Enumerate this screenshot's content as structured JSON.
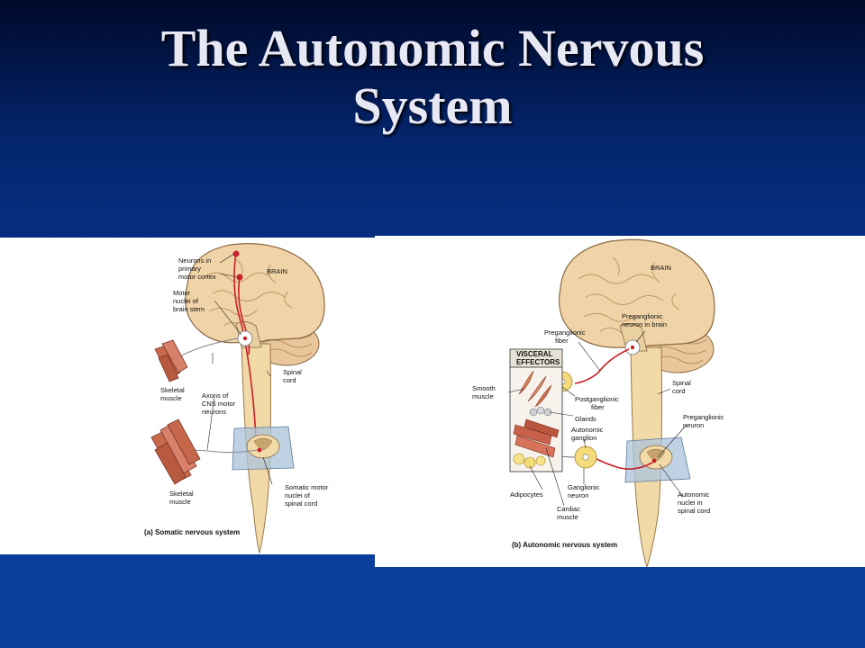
{
  "slide": {
    "title_line1": "The Autonomic Nervous",
    "title_line2": "System"
  },
  "panel_a": {
    "brain_label": "BRAIN",
    "neurons_cortex": [
      "Neurons in",
      "primary",
      "motor cortex"
    ],
    "motor_nuclei": [
      "Motor",
      "nuclei of",
      "brain stem"
    ],
    "spinal_cord": [
      "Spinal",
      "cord"
    ],
    "skeletal_muscle_top": [
      "Skeletal",
      "muscle"
    ],
    "axons": [
      "Axons of",
      "CNS motor",
      "neurons"
    ],
    "skeletal_muscle_bottom": [
      "Skeletal",
      "muscle"
    ],
    "somatic_nuclei": [
      "Somatic motor",
      "nuclei of",
      "spinal cord"
    ],
    "caption": "(a) Somatic nervous system"
  },
  "panel_b": {
    "brain_label": "BRAIN",
    "preganglionic_brain": [
      "Preganglionic",
      "neuron in brain"
    ],
    "preganglionic_fiber": [
      "Preganglionic",
      "fiber"
    ],
    "visceral_effectors": [
      "VISCERAL",
      "EFFECTORS"
    ],
    "smooth_muscle": [
      "Smooth",
      "muscle"
    ],
    "postganglionic_fiber": [
      "Postganglionic",
      "fiber"
    ],
    "glands": "Glands",
    "spinal_cord": [
      "Spinal",
      "cord"
    ],
    "autonomic_ganglion": [
      "Autonomic",
      "ganglion"
    ],
    "preganglionic_neuron": [
      "Preganglionic",
      "neuron"
    ],
    "ganglionic_neuron": [
      "Ganglionic",
      "neuron"
    ],
    "adipocytes": "Adipocytes",
    "cardiac_muscle": [
      "Cardiac",
      "muscle"
    ],
    "autonomic_nuclei": [
      "Autonomic",
      "nuclei in",
      "spinal cord"
    ],
    "caption": "(b) Autonomic nervous system"
  }
}
